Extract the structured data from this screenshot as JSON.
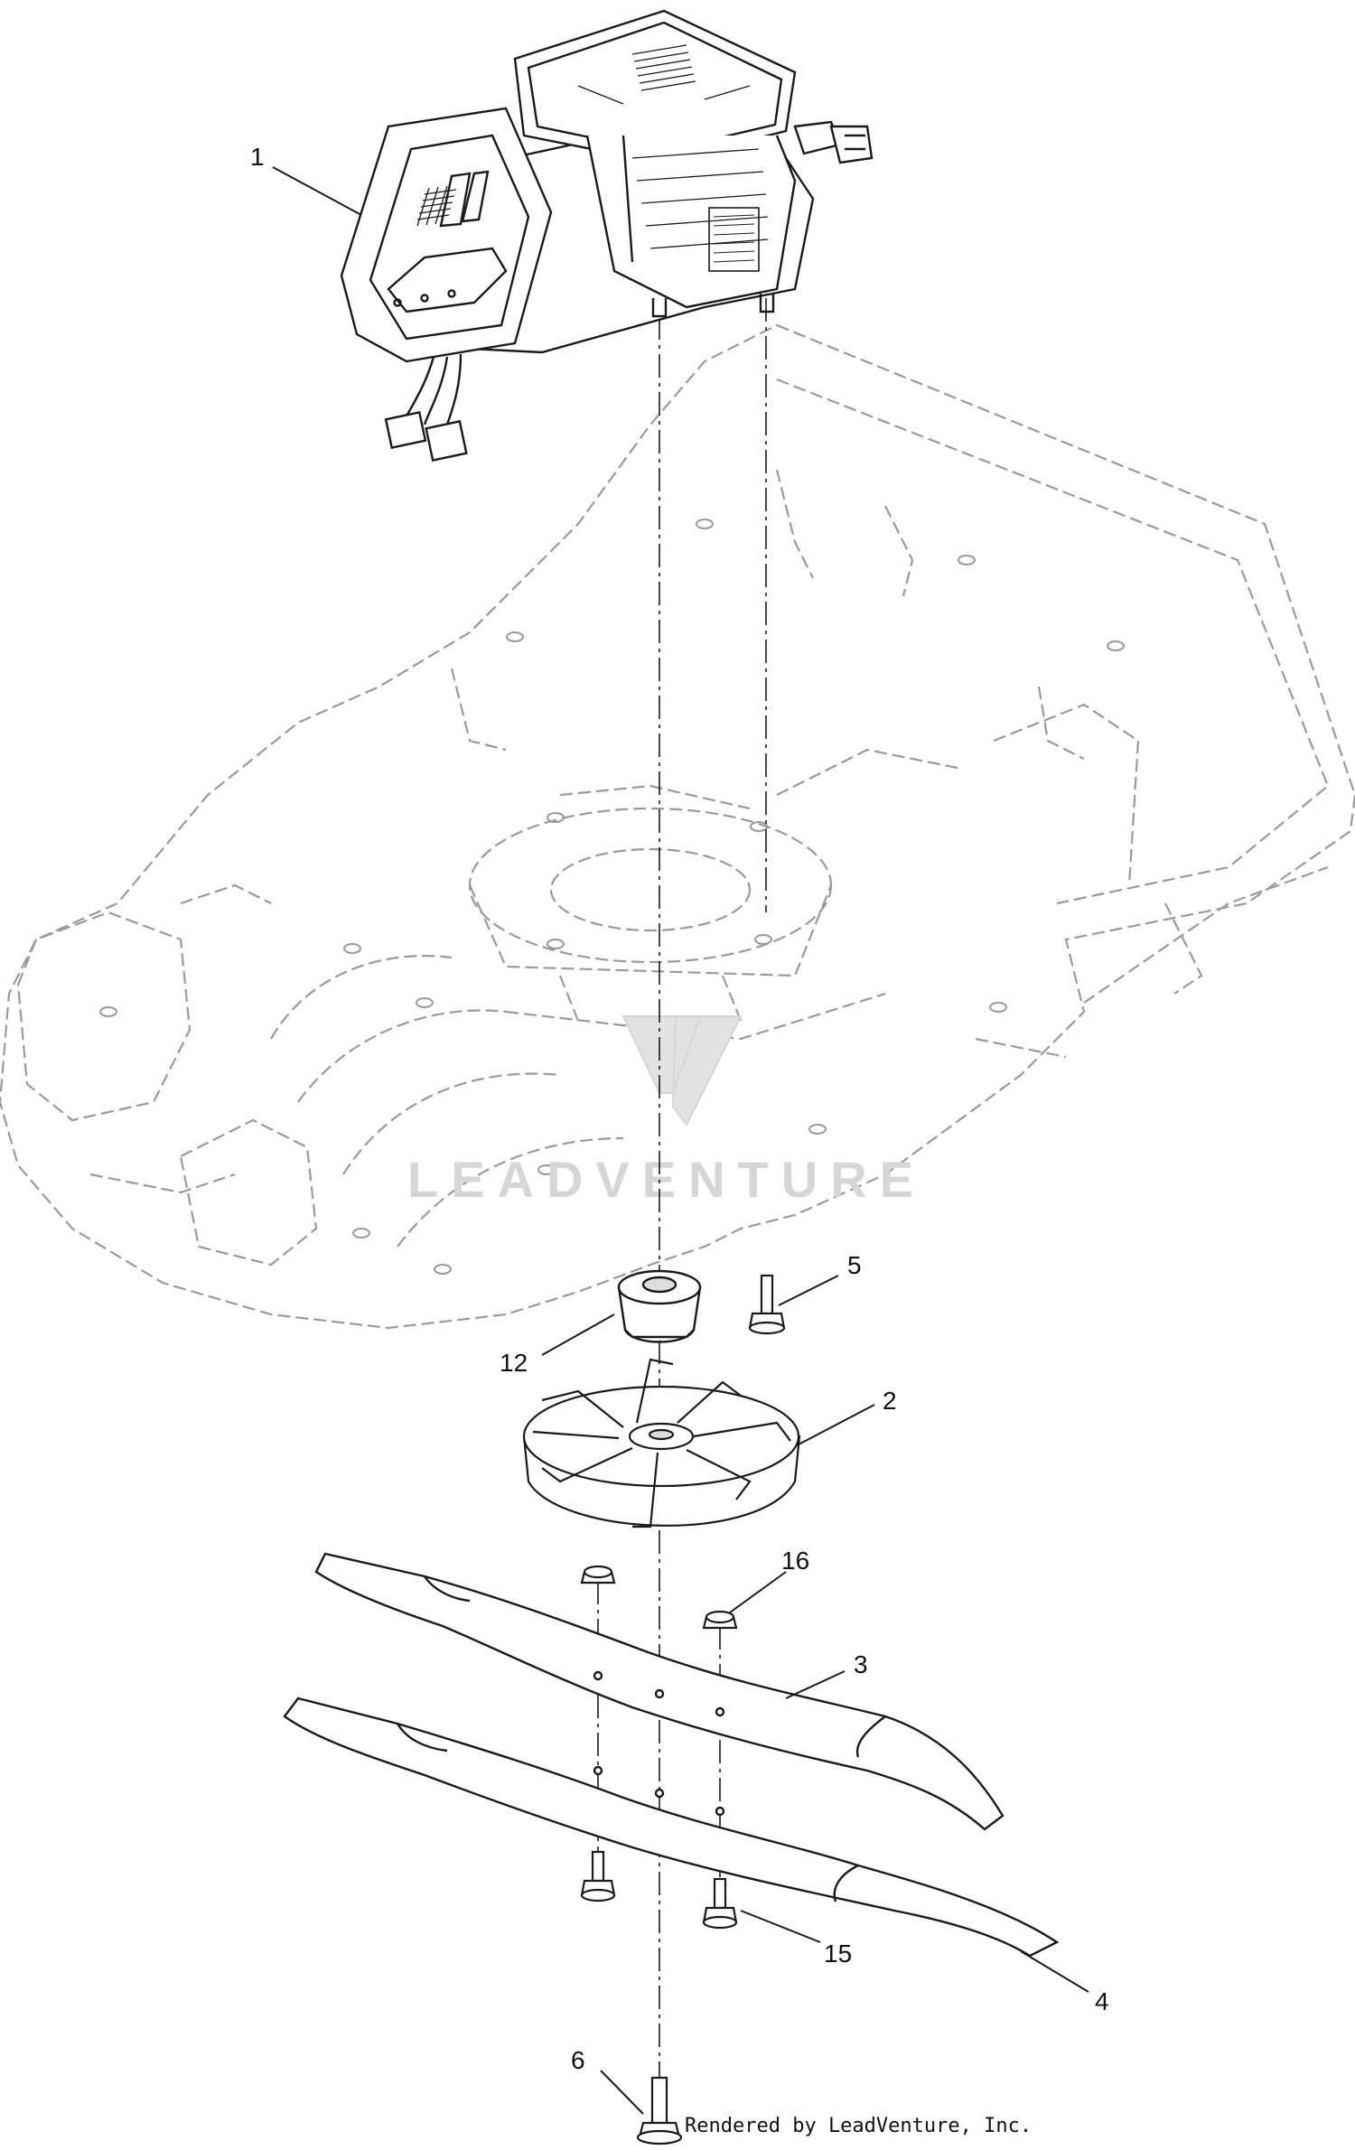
{
  "callouts": [
    {
      "id": "1",
      "label": "1"
    },
    {
      "id": "5",
      "label": "5"
    },
    {
      "id": "12",
      "label": "12"
    },
    {
      "id": "2",
      "label": "2"
    },
    {
      "id": "16",
      "label": "16"
    },
    {
      "id": "3",
      "label": "3"
    },
    {
      "id": "15",
      "label": "15"
    },
    {
      "id": "4",
      "label": "4"
    },
    {
      "id": "6",
      "label": "6"
    }
  ],
  "watermark": {
    "text": "LEADVENTURE",
    "color": "#d2d2d2"
  },
  "footer": {
    "text": "Rendered by LeadVenture, Inc."
  },
  "colors": {
    "line": "#1a1a1a",
    "ghost": "#9a9a9a",
    "fill": "#ffffff"
  }
}
